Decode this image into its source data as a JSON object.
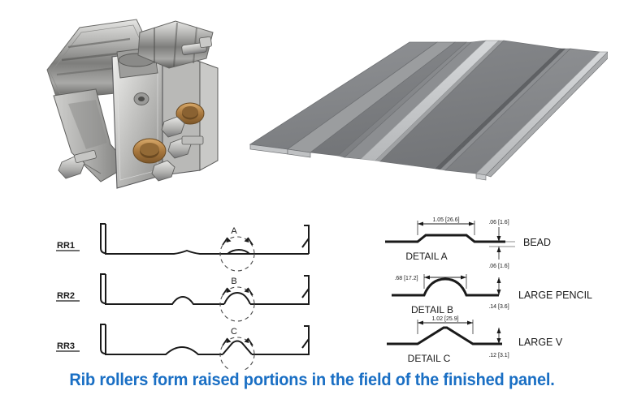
{
  "figure": {
    "caption": "Rib rollers form raised portions in the field of the finished panel."
  },
  "photo": {
    "alt_name": "rib-roller-tool-photograph"
  },
  "panel_render": {
    "alt_name": "finished-standing-seam-panel-3d"
  },
  "profiles": {
    "rows": [
      {
        "label": "RR1",
        "callout": "A",
        "rib_style": "bead"
      },
      {
        "label": "RR2",
        "callout": "B",
        "rib_style": "large-pencil"
      },
      {
        "label": "RR3",
        "callout": "C",
        "rib_style": "large-v"
      }
    ]
  },
  "details": [
    {
      "title": "DETAIL  A",
      "name": "BEAD",
      "width_dim": "1.05 [26.6]",
      "height_dim_top": ".06 [1.6]",
      "height_dim_bottom": ".06 [1.6]"
    },
    {
      "title": "DETAIL  B",
      "name": "LARGE PENCIL",
      "width_dim": ".68 [17.2]",
      "height_dim_bottom": ".14 [3.6]"
    },
    {
      "title": "DETAIL  C",
      "name": "LARGE V",
      "width_dim": "1.02 [25.9]",
      "height_dim_bottom": ".12 [3.1]"
    }
  ],
  "colors": {
    "caption_blue": "#1a6fc4",
    "line_black": "#1a1a1a",
    "panel_face": "#8a8c8e",
    "panel_face_dark": "#6f7274",
    "panel_rib_light": "#c6c8ca",
    "metal_light": "#d8d8d6",
    "metal_mid": "#a8a8a6",
    "metal_dark": "#6e6e6c",
    "brass": "#b98a4e"
  }
}
